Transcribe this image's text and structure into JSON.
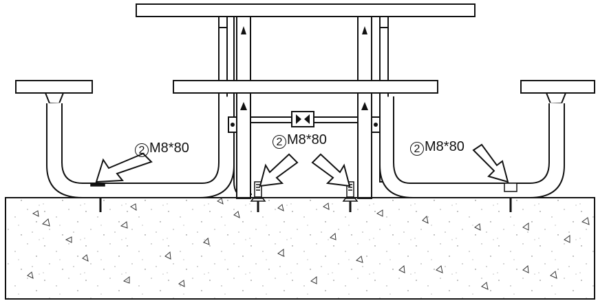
{
  "labels": [
    {
      "id": "left",
      "marker": "2",
      "text": "M8*80"
    },
    {
      "id": "center",
      "marker": "2",
      "text": "M8*80"
    },
    {
      "id": "right",
      "marker": "2",
      "text": "M8*80"
    }
  ],
  "colors": {
    "line": "#111111",
    "fill": "#ffffff",
    "concrete_speckle": "#555555"
  }
}
